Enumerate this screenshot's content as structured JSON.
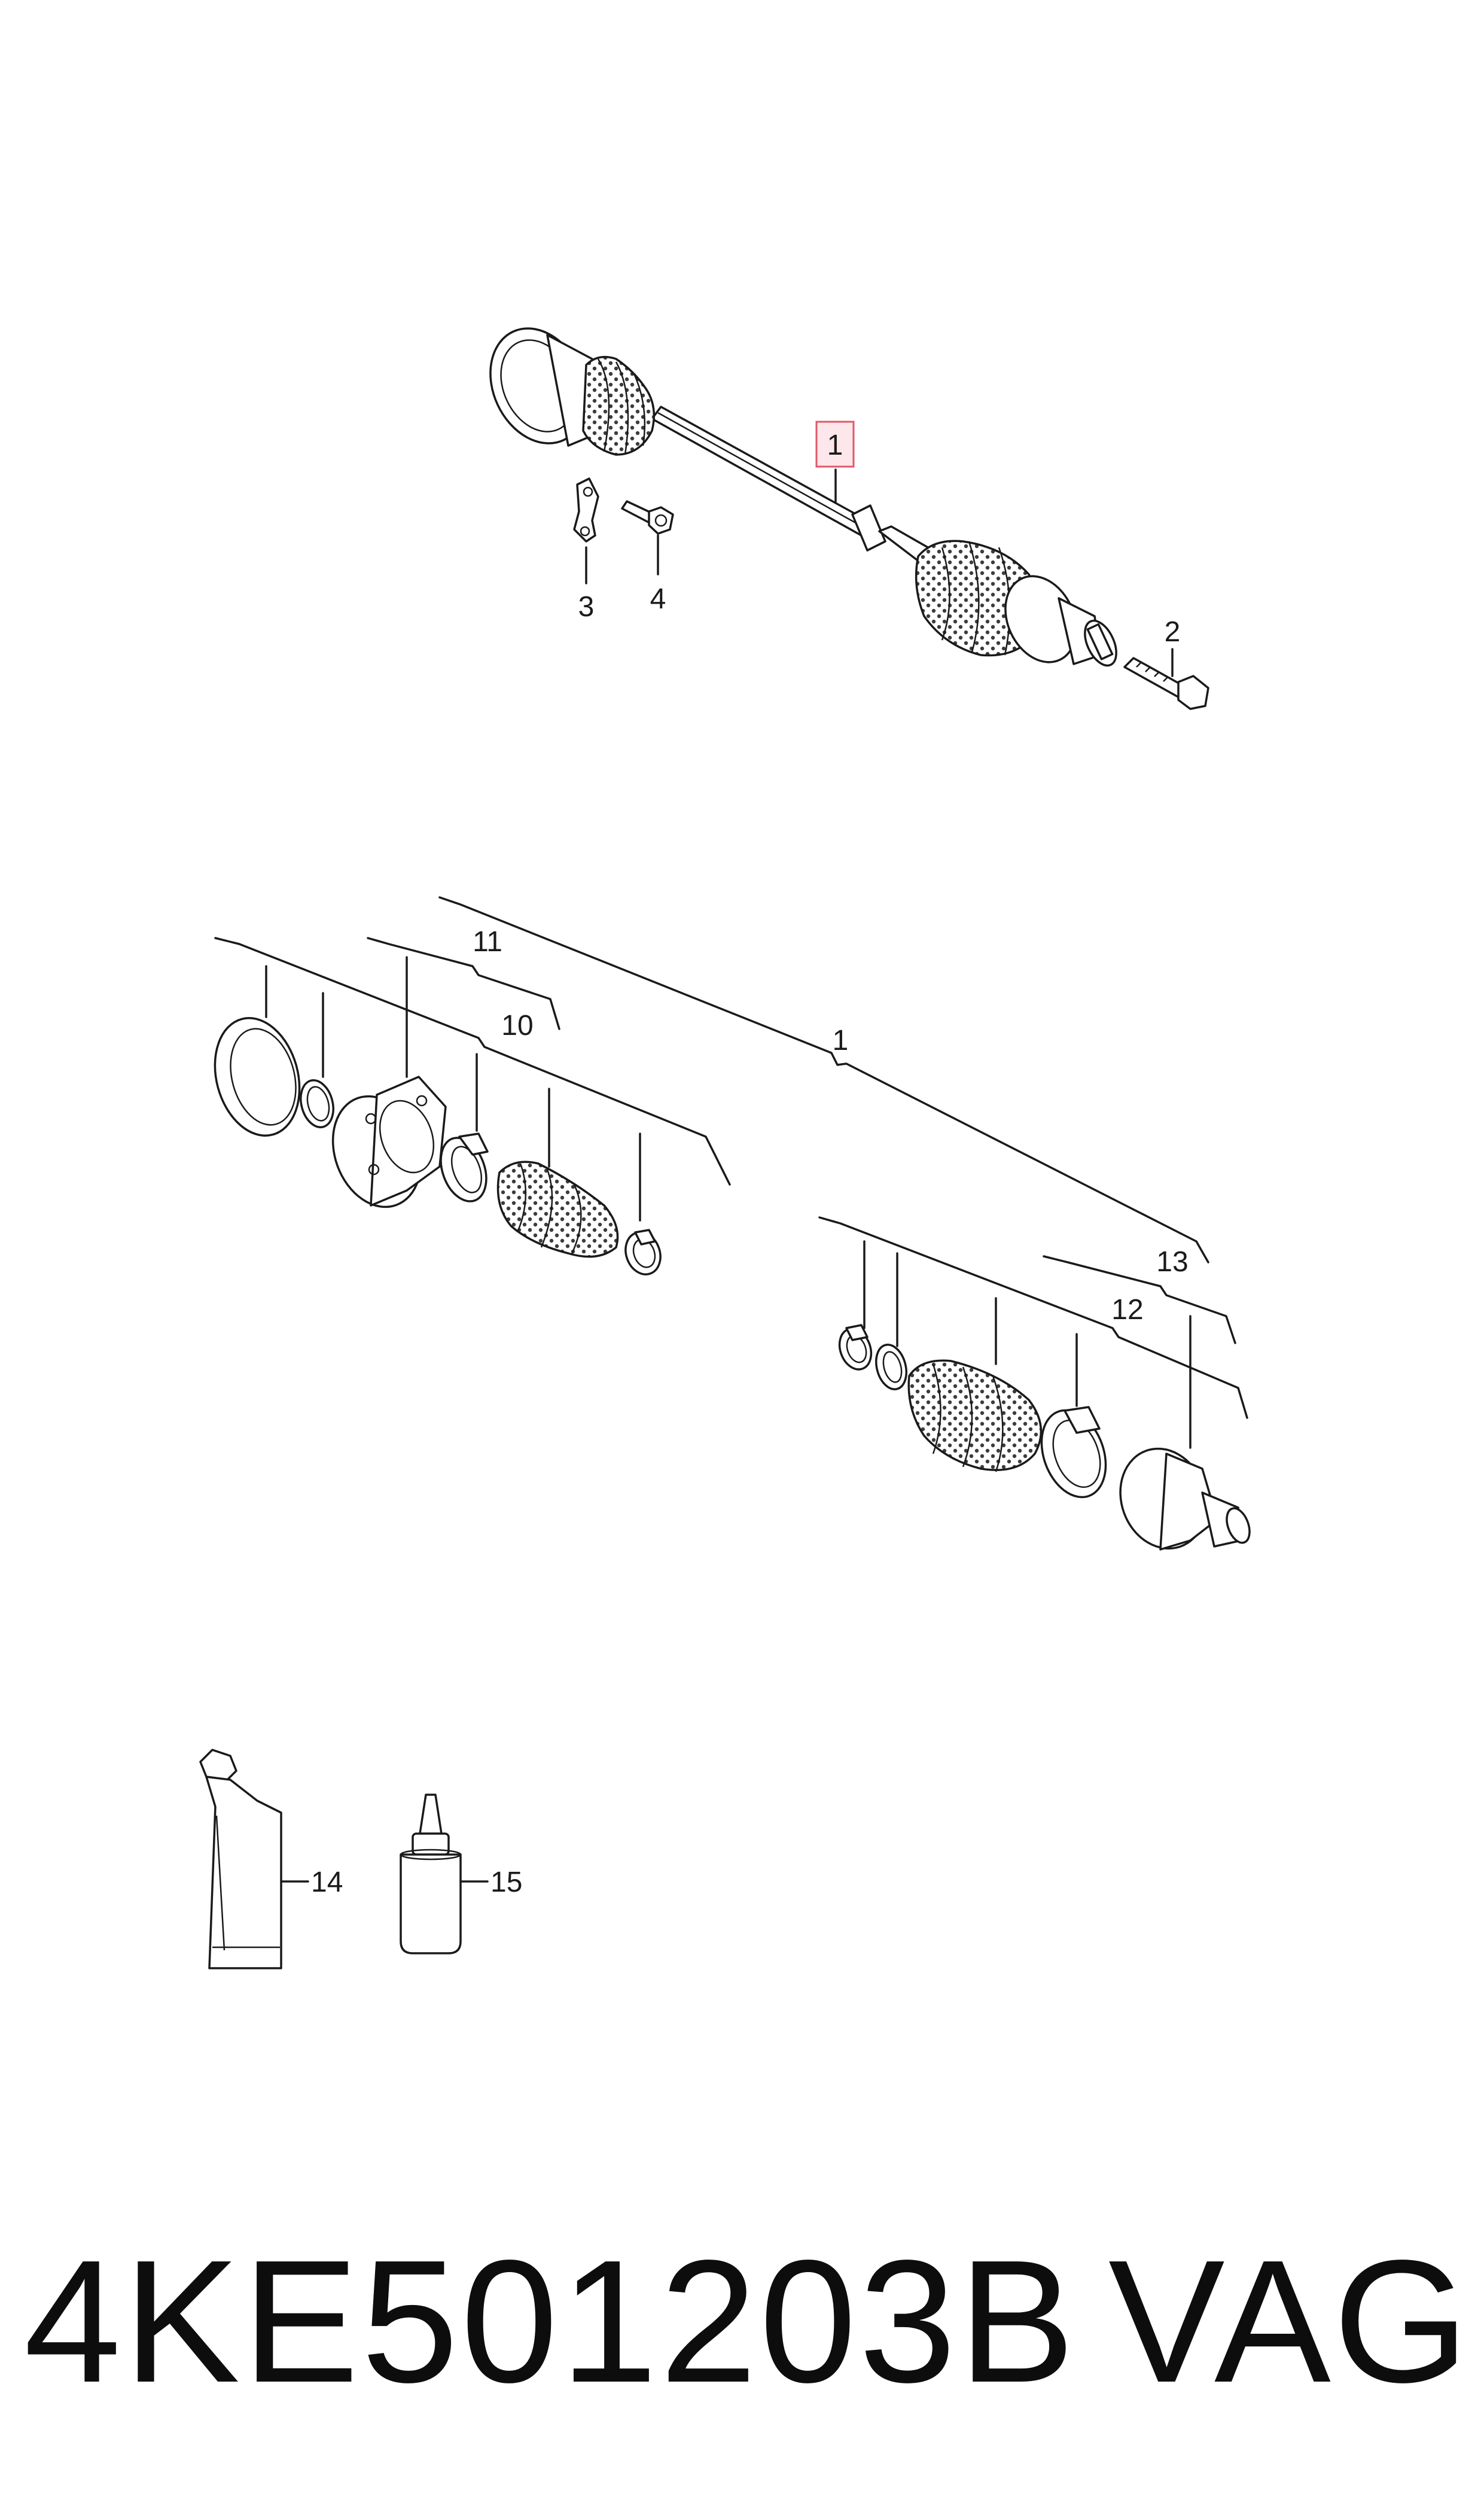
{
  "diagram": {
    "callouts": {
      "top_shaft": "1",
      "bolt": "2",
      "bracket": "3",
      "screw": "4",
      "assembly_bracket": "1",
      "inner_set_a": "11",
      "inner_set_b": "10",
      "outer_set_a": "13",
      "outer_set_b": "12",
      "grease_tube": "14",
      "sealant_bottle": "15"
    },
    "colors": {
      "lines": "#1a1a1a",
      "highlight_box_fill": "#fde7ea",
      "highlight_box_stroke": "#e0586a",
      "background": "#ffffff"
    }
  },
  "caption": {
    "part_number": "4KE501203B",
    "brand": "VAG"
  }
}
